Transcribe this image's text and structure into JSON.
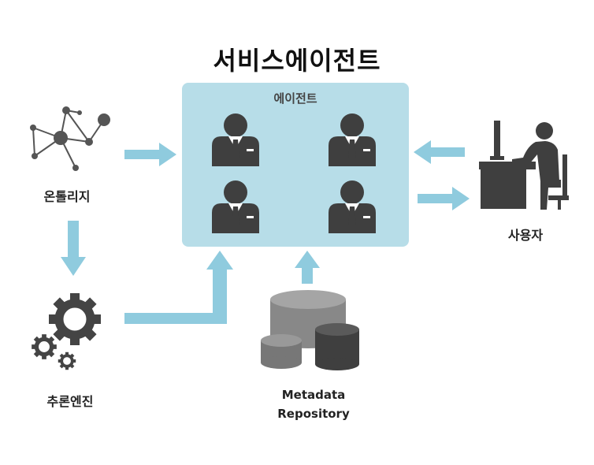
{
  "title": "서비스에이전트",
  "agent_box": {
    "label": "에이전트"
  },
  "ontology": {
    "label": "온톨리지"
  },
  "inference_engine": {
    "label": "추론엔진"
  },
  "user": {
    "label": "사용자"
  },
  "metadata_repository": {
    "line1": "Metadata",
    "line2": "Repository"
  },
  "colors": {
    "arrow": "#8fcbde",
    "box": "#b7dde8",
    "icon_dark": "#3f3f3f",
    "icon_gray": "#777777"
  }
}
